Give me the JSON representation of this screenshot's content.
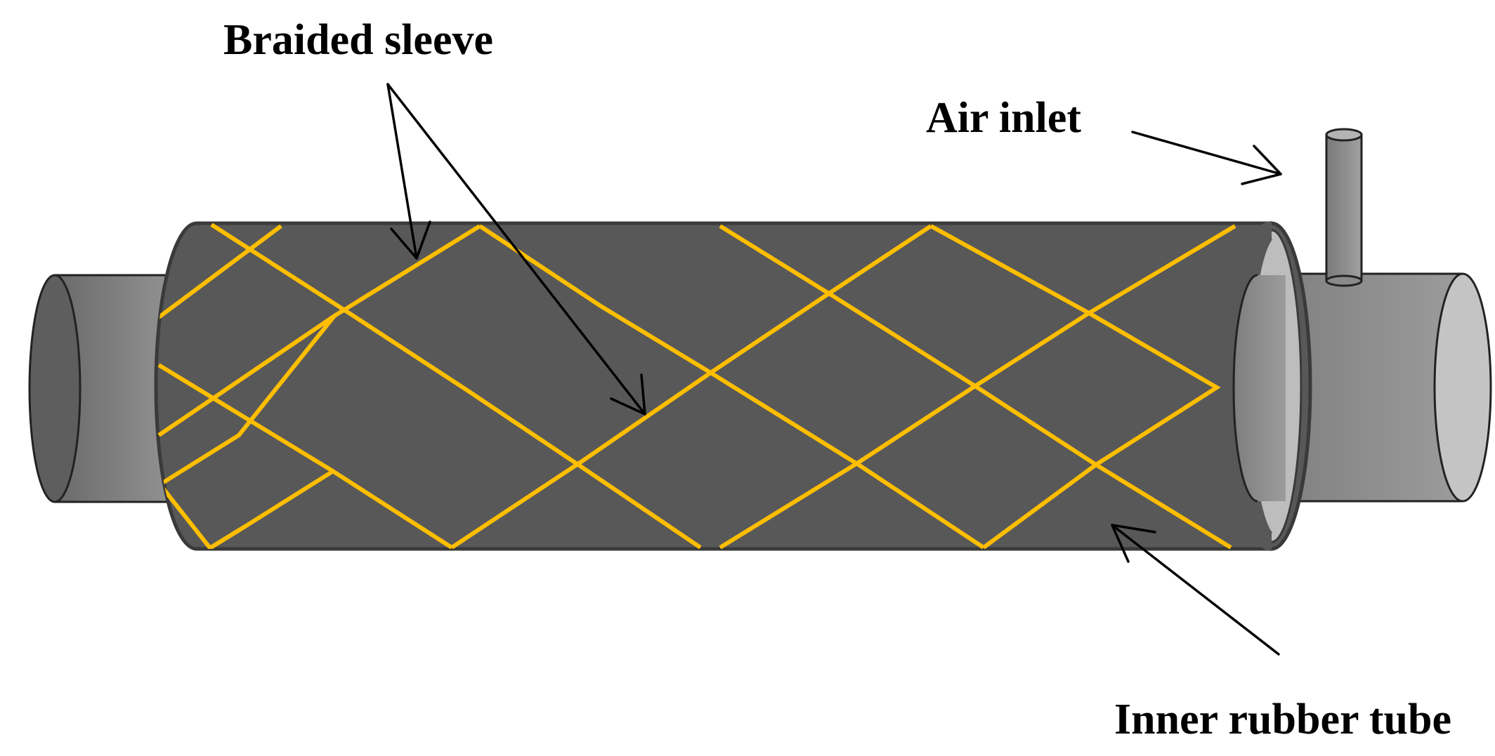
{
  "labels": {
    "braided_sleeve": "Braided sleeve",
    "air_inlet": "Air inlet",
    "inner_rubber_tube": "Inner rubber tube"
  },
  "colors": {
    "sleeve_body": "#585858",
    "braid": "#FFBE00",
    "end_cap_dark": "#6e6e6e",
    "end_cap_light": "#c4c4c4",
    "outline": "#222222"
  }
}
